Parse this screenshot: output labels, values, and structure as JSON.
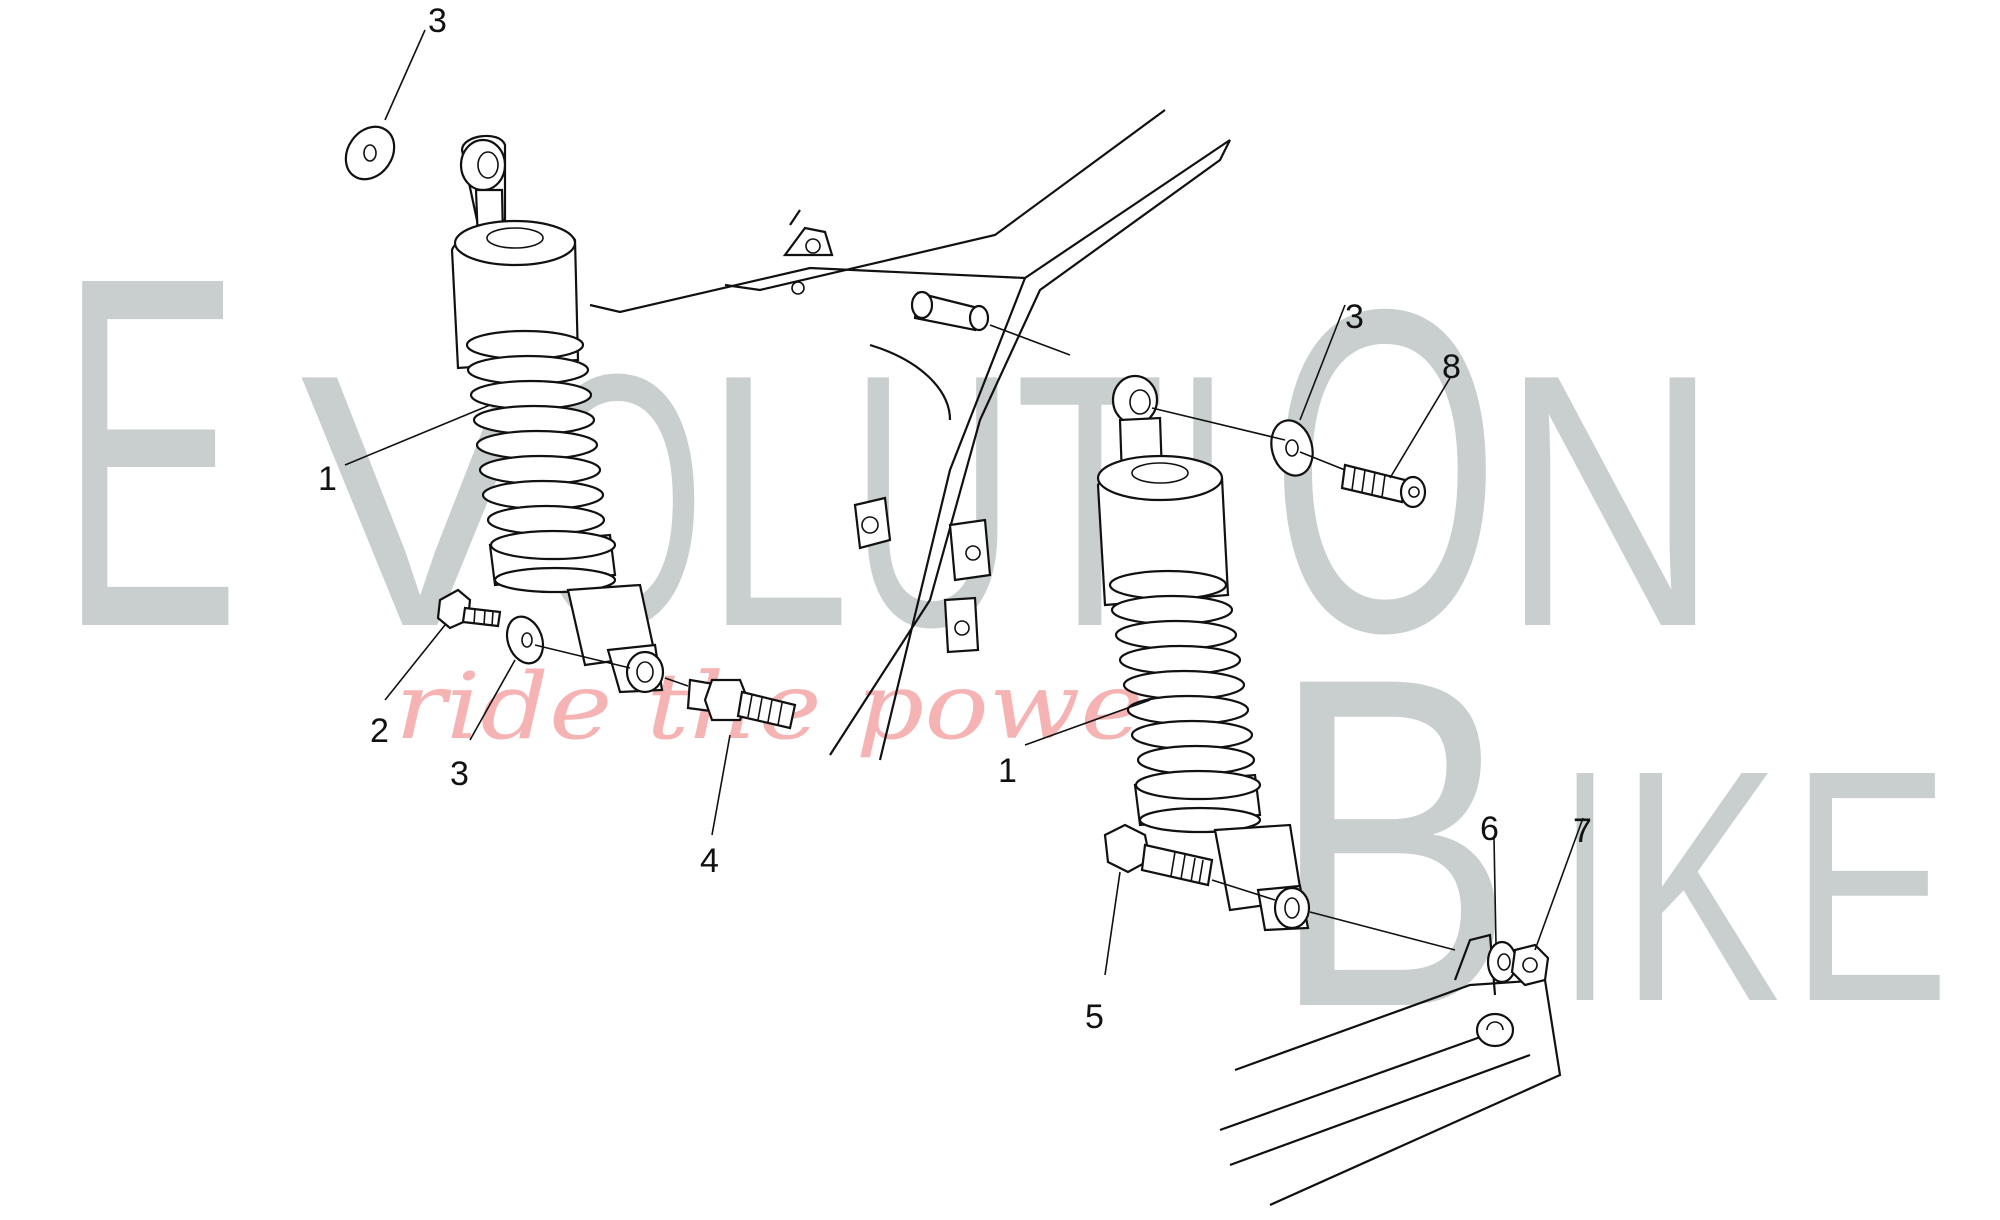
{
  "watermark": {
    "letters": [
      "E",
      "V",
      "O",
      "L",
      "U",
      "T",
      "I",
      "O",
      "N",
      "B",
      "I",
      "K",
      "E"
    ],
    "tagline": "ride the power",
    "colors": {
      "letters": "#c9cfce",
      "tagline": "#f6b3b3"
    }
  },
  "callouts": [
    {
      "id": "c1a",
      "text": "1"
    },
    {
      "id": "c1b",
      "text": "1"
    },
    {
      "id": "c2",
      "text": "2"
    },
    {
      "id": "c3a",
      "text": "3"
    },
    {
      "id": "c3b",
      "text": "3"
    },
    {
      "id": "c3c",
      "text": "3"
    },
    {
      "id": "c4",
      "text": "4"
    },
    {
      "id": "c5",
      "text": "5"
    },
    {
      "id": "c6",
      "text": "6"
    },
    {
      "id": "c7",
      "text": "7"
    },
    {
      "id": "c8",
      "text": "8"
    }
  ]
}
